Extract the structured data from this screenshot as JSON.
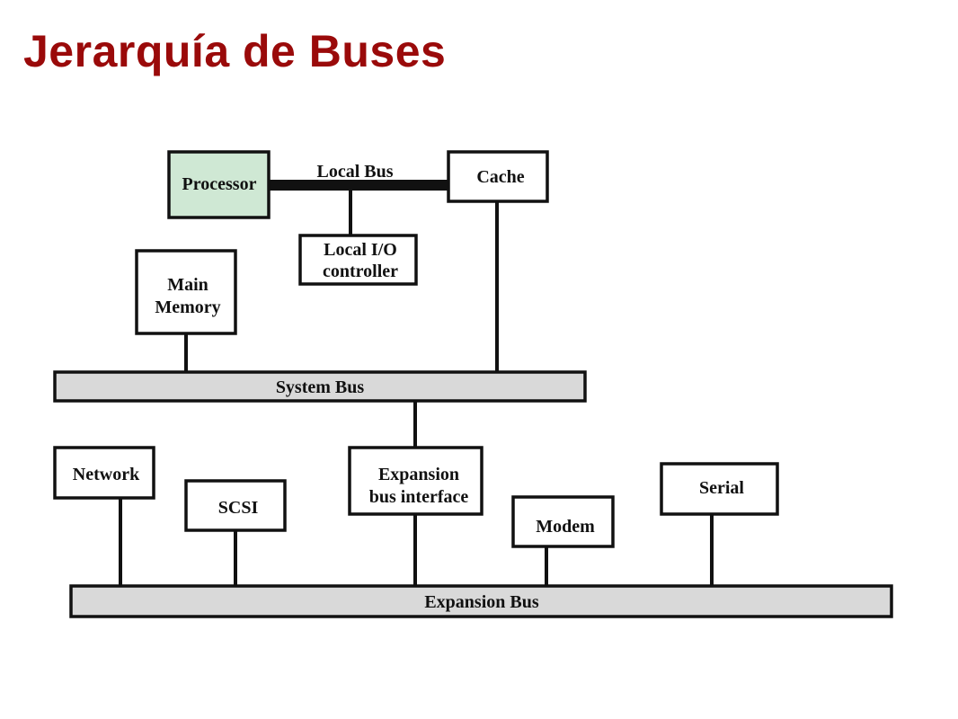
{
  "title": "Jerarquía de Buses",
  "colors": {
    "title": "#9a0a0a",
    "processor_fill": "#cfe8d4",
    "bus_fill": "#d9d9d9",
    "line": "#111111"
  },
  "components": {
    "processor": "Processor",
    "cache": "Cache",
    "local_io_line1": "Local I/O",
    "local_io_line2": "controller",
    "main_memory_line1": "Main",
    "main_memory_line2": "Memory",
    "network": "Network",
    "scsi": "SCSI",
    "expansion_interface_line1": "Expansion",
    "expansion_interface_line2": "bus interface",
    "modem": "Modem",
    "serial": "Serial"
  },
  "buses": {
    "local_bus": "Local Bus",
    "system_bus": "System Bus",
    "expansion_bus": "Expansion Bus"
  }
}
